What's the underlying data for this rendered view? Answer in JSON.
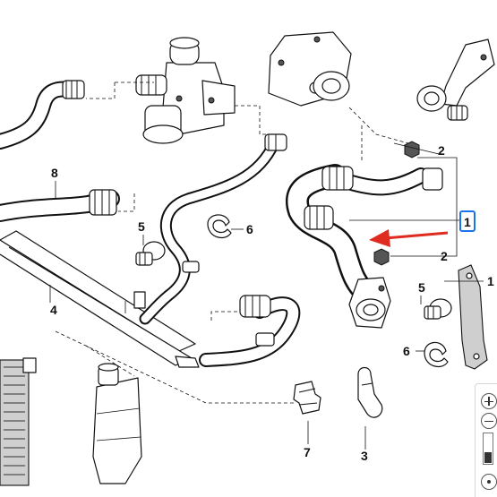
{
  "diagram": {
    "callouts": {
      "c8": "8",
      "c5a": "5",
      "c6a": "6",
      "c4": "4",
      "c2a": "2",
      "c1": "1",
      "c2b": "2",
      "c1b": "1",
      "c5b": "5",
      "c6b": "6",
      "c7": "7",
      "c3": "3"
    }
  },
  "zoom": {
    "level": 0.35
  },
  "colors": {
    "highlight_arrow": "#e02b20",
    "callout_box": "#1a73e8",
    "ink": "#111111"
  },
  "icons": [
    "zoom-in-icon",
    "zoom-out-icon",
    "reset-view-icon"
  ]
}
